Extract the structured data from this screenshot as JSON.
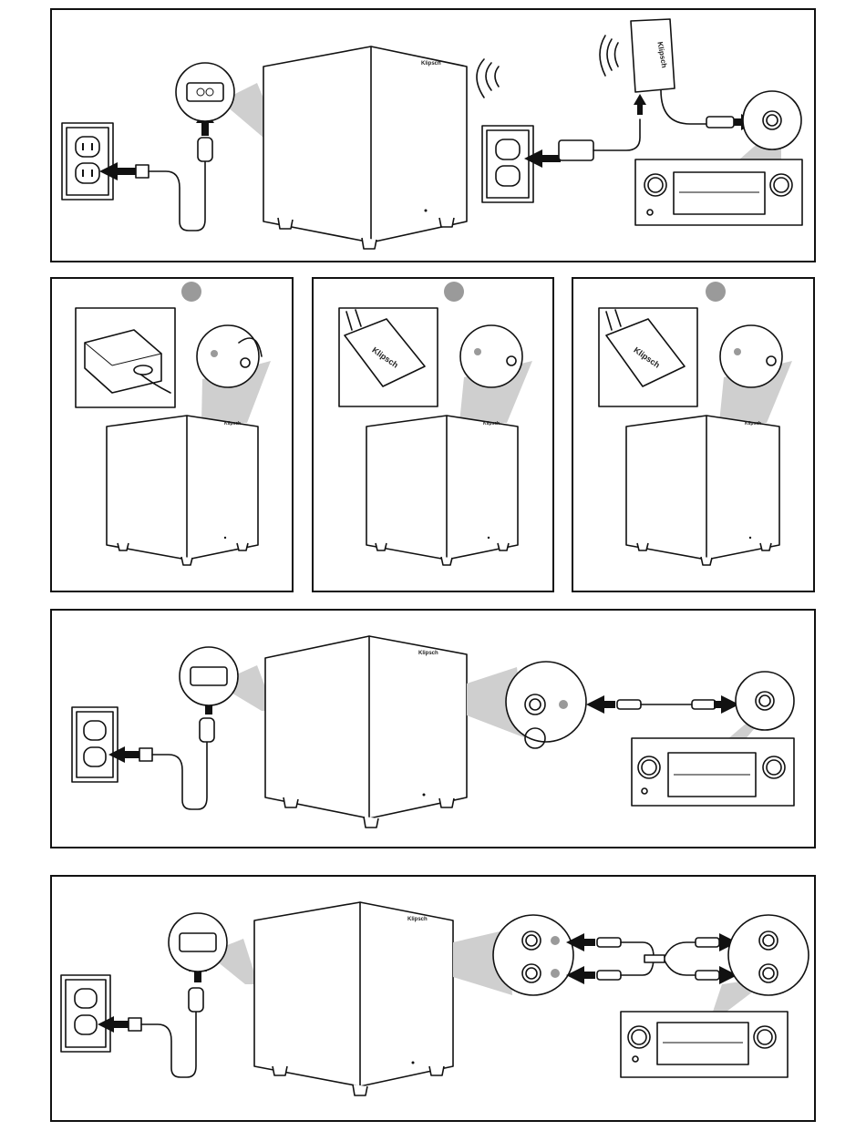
{
  "brand_text": "Klipsch",
  "transmitter_label": "Klipsch",
  "panels": [
    {
      "name": "wireless-connection-panel"
    },
    {
      "name": "pairing-step-1-panel"
    },
    {
      "name": "pairing-step-2-panel"
    },
    {
      "name": "pairing-step-3-panel"
    },
    {
      "name": "mono-rca-connection-panel"
    },
    {
      "name": "stereo-rca-connection-panel"
    }
  ],
  "icons": [
    "wall-outlet-icon",
    "power-plug-icon",
    "arrow-icon",
    "wireless-waves-icon",
    "receiver-icon",
    "subwoofer-icon",
    "rca-jack-icon",
    "transmitter-icon"
  ],
  "colors": {
    "line": "#111111",
    "shade": "#cfcfcf",
    "led": "#9a9a9a",
    "background": "#ffffff"
  }
}
